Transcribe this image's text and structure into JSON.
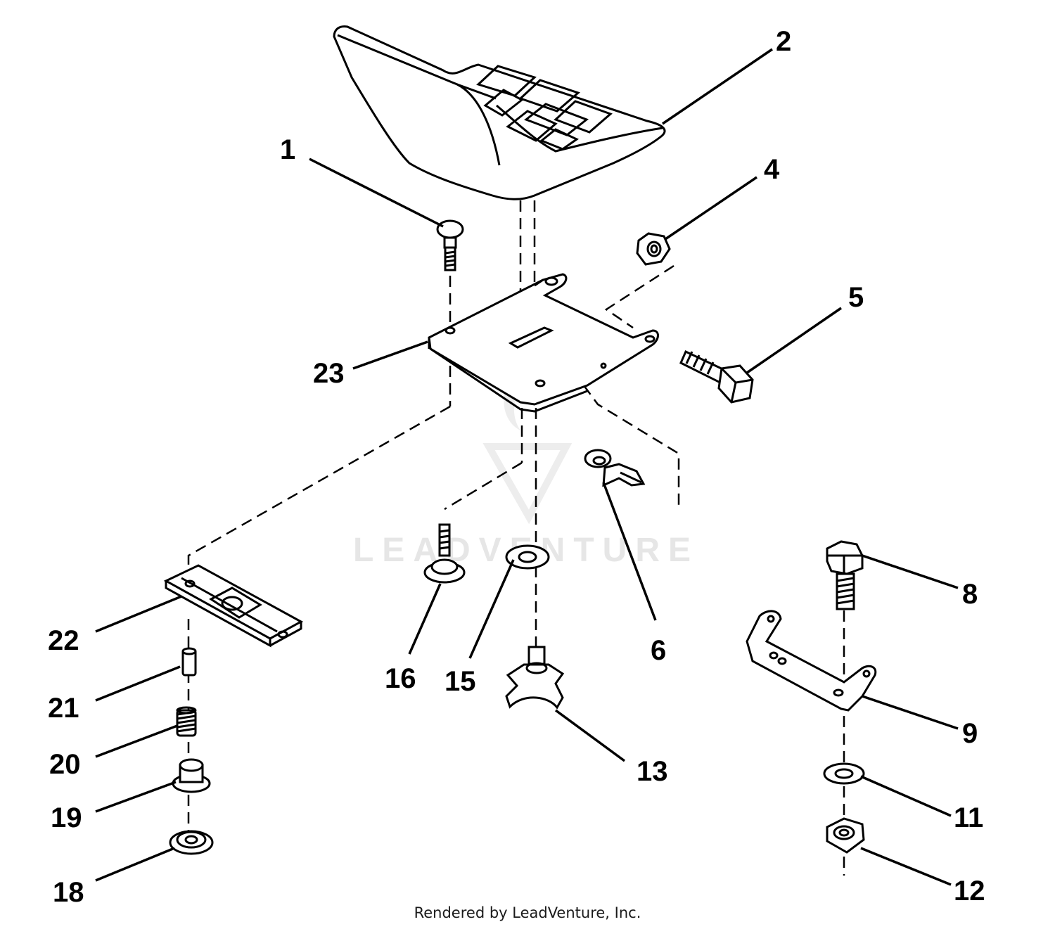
{
  "diagram": {
    "callouts": [
      {
        "id": "1",
        "text": "1"
      },
      {
        "id": "2",
        "text": "2"
      },
      {
        "id": "4",
        "text": "4"
      },
      {
        "id": "5",
        "text": "5"
      },
      {
        "id": "6",
        "text": "6"
      },
      {
        "id": "8",
        "text": "8"
      },
      {
        "id": "9",
        "text": "9"
      },
      {
        "id": "11",
        "text": "11"
      },
      {
        "id": "12",
        "text": "12"
      },
      {
        "id": "13",
        "text": "13"
      },
      {
        "id": "15",
        "text": "15"
      },
      {
        "id": "16",
        "text": "16"
      },
      {
        "id": "18",
        "text": "18"
      },
      {
        "id": "19",
        "text": "19"
      },
      {
        "id": "20",
        "text": "20"
      },
      {
        "id": "21",
        "text": "21"
      },
      {
        "id": "22",
        "text": "22"
      },
      {
        "id": "23",
        "text": "23"
      }
    ],
    "watermark": "LEADVENTURE"
  },
  "footer": {
    "credit": "Rendered by LeadVenture, Inc."
  }
}
